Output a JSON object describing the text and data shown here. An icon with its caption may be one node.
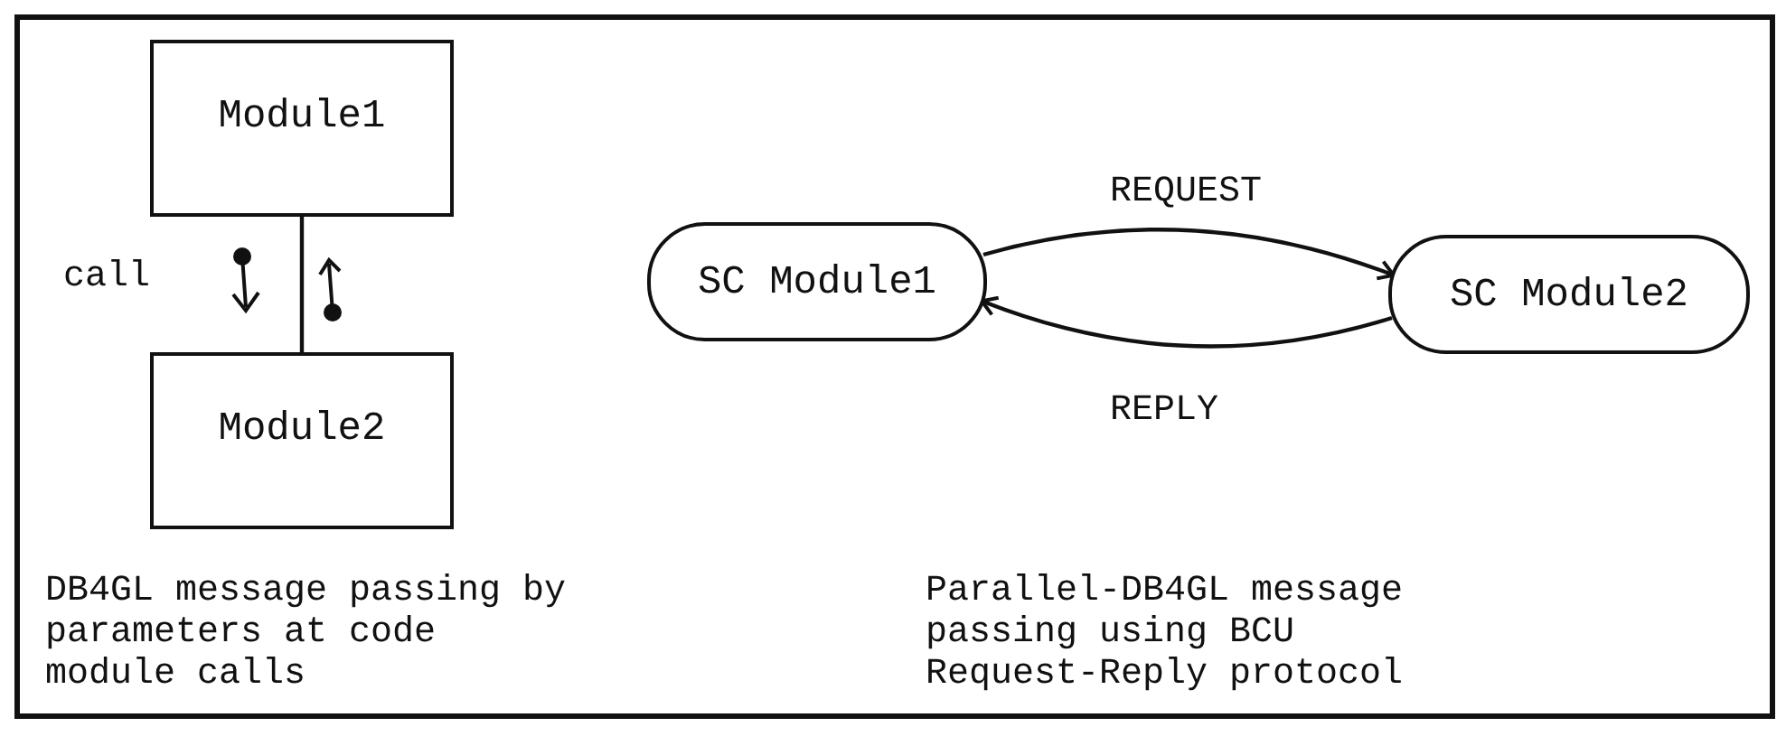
{
  "diagram": {
    "nodes": [
      {
        "text": [
          "Module1"
        ]
      },
      {
        "text": [
          "Module2"
        ]
      },
      {
        "text": [
          "SC Module1"
        ]
      },
      {
        "text": [
          "SC Module2"
        ]
      }
    ],
    "edges": [
      {
        "from": 0,
        "to": 1,
        "arrow": "none",
        "label": "call"
      },
      {
        "from": 2,
        "to": 3,
        "arrow": "to",
        "label": "REQUEST"
      },
      {
        "from": 3,
        "to": 2,
        "arrow": "to",
        "label": "REPLY"
      }
    ],
    "labels": [
      "DB4GL message passing by parameters at code module calls",
      "Parallel-DB4GL message passing using BCU Request-Reply protocol"
    ]
  }
}
